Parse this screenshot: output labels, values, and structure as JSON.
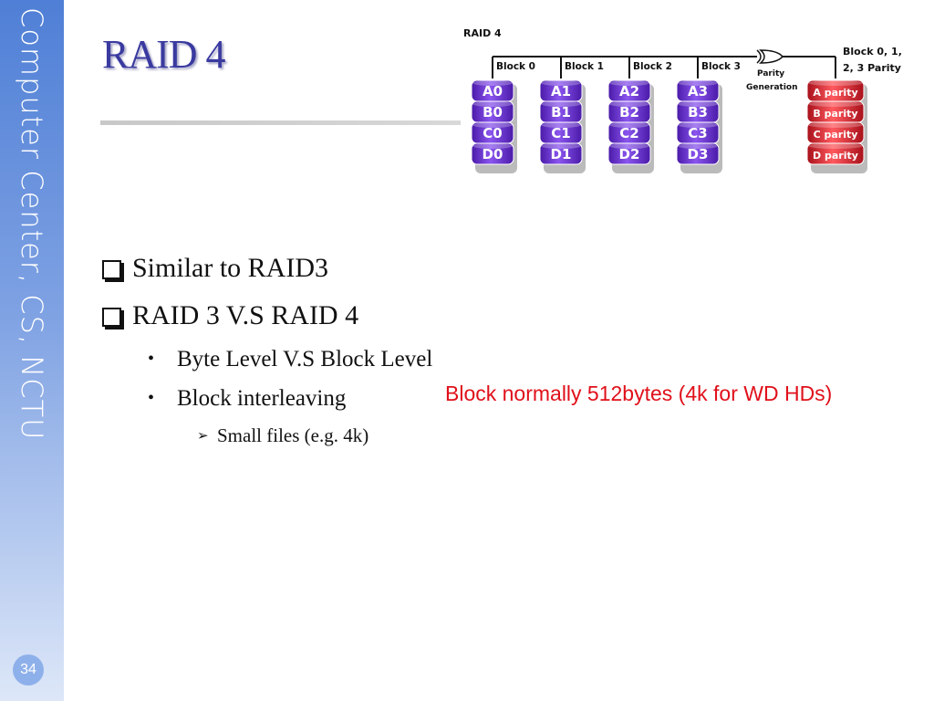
{
  "sidebar": {
    "title": "Computer Center, CS, NCTU",
    "page_number": "34"
  },
  "slide": {
    "title": "RAID 4"
  },
  "diagram": {
    "heading": "RAID 4",
    "block_labels": [
      "Block 0",
      "Block 1",
      "Block 2",
      "Block 3"
    ],
    "parity_label_1": "Parity",
    "parity_label_2": "Generation",
    "parity_disk_label_1": "Block 0, 1,",
    "parity_disk_label_2": "2, 3 Parity",
    "data_disks": [
      [
        "A0",
        "B0",
        "C0",
        "D0"
      ],
      [
        "A1",
        "B1",
        "C1",
        "D1"
      ],
      [
        "A2",
        "B2",
        "C2",
        "D2"
      ],
      [
        "A3",
        "B3",
        "C3",
        "D3"
      ]
    ],
    "parity_disk": [
      "A parity",
      "B parity",
      "C parity",
      "D parity"
    ],
    "colors": {
      "data_disk": "#6a2fd1",
      "parity_disk": "#e0262f",
      "bus": "#111111"
    }
  },
  "bullets": {
    "level1": [
      "Similar to RAID3",
      "RAID 3 V.S RAID 4"
    ],
    "level2": [
      "Byte Level V.S Block Level",
      "Block interleaving"
    ],
    "level3": [
      "Small files (e.g. 4k)"
    ]
  },
  "note": {
    "text": "Block normally 512bytes (4k for WD HDs)",
    "color": "#e0101a"
  }
}
